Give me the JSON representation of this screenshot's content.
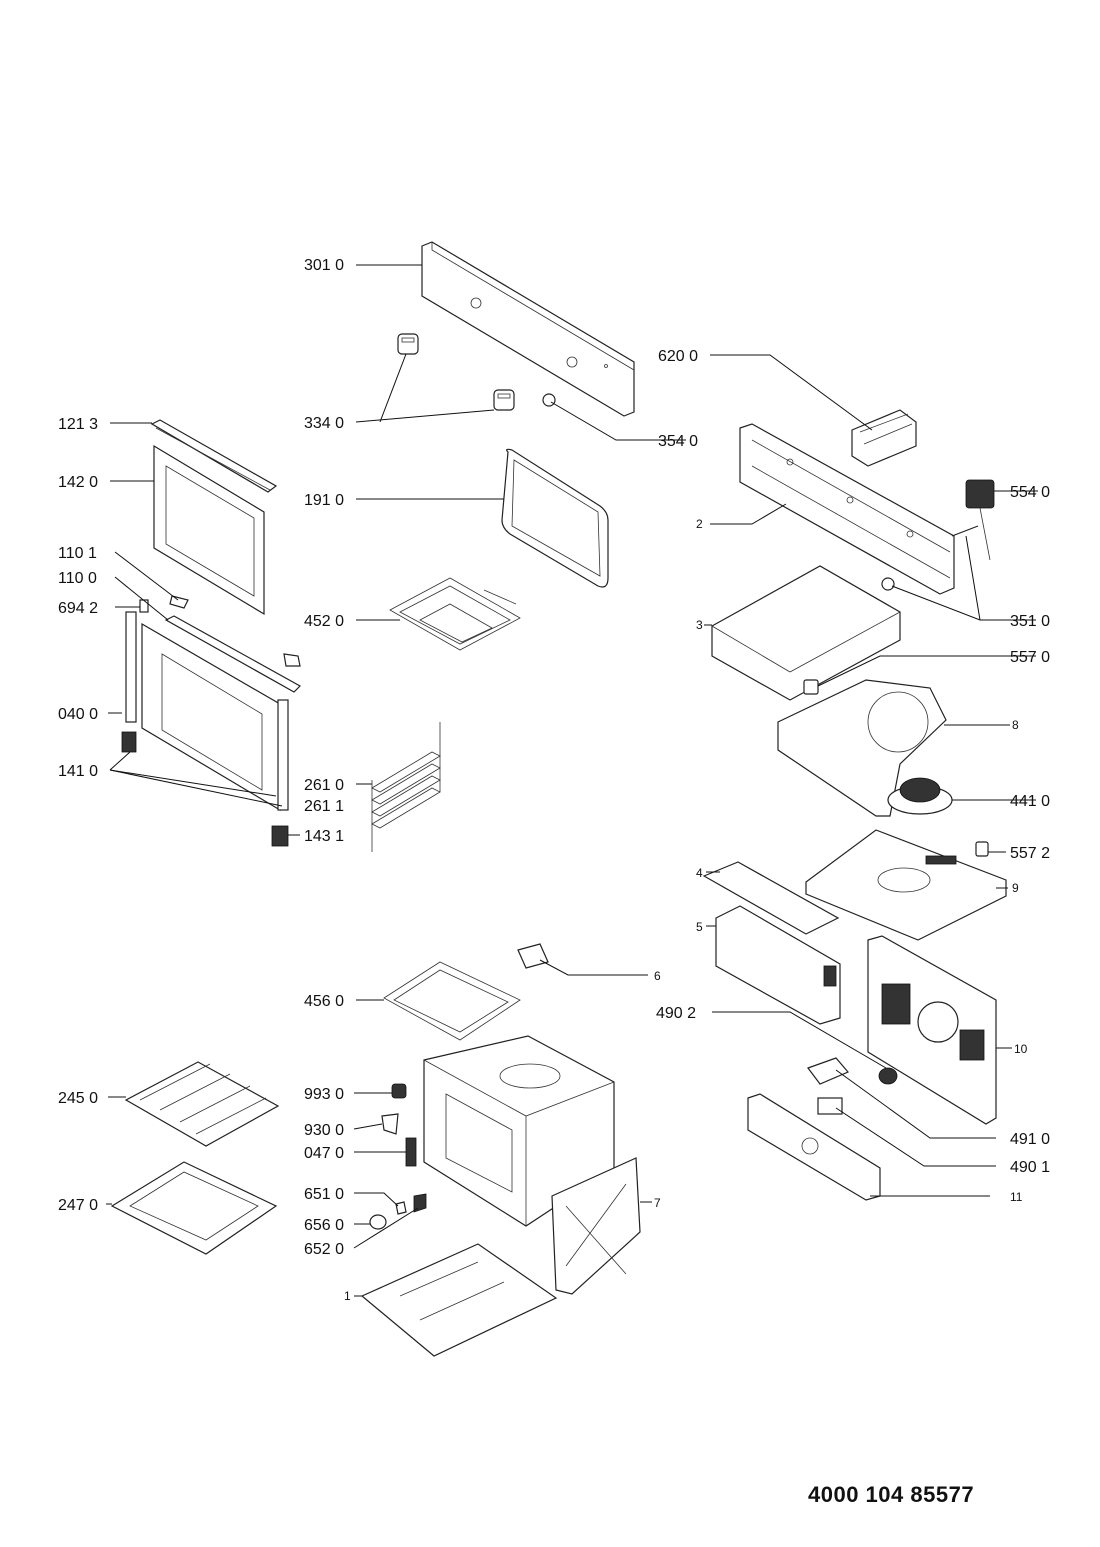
{
  "labels": {
    "l3010": "301 0",
    "l3340": "334 0",
    "l3540": "354 0",
    "l6200": "620 0",
    "l1213": "121 3",
    "l1420": "142 0",
    "l1910": "191 0",
    "l5540": "554 0",
    "l2": "2",
    "l1101": "110 1",
    "l1100": "110 0",
    "l6942": "694 2",
    "l4520": "452 0",
    "l3": "3",
    "l3510": "351 0",
    "l5570": "557 0",
    "l0400": "040 0",
    "l8": "8",
    "l1410": "141 0",
    "l2610": "261 0",
    "l2611": "261 1",
    "l4410": "441 0",
    "l1431": "143 1",
    "l5572": "557 2",
    "l4": "4",
    "l9": "9",
    "l5": "5",
    "l6": "6",
    "l4560": "456 0",
    "l4902": "490 2",
    "l10": "10",
    "l2450": "245 0",
    "l9930": "993 0",
    "l9300": "930 0",
    "l0470": "047 0",
    "l4910": "491 0",
    "l4901": "490 1",
    "l2470": "247 0",
    "l6510": "651 0",
    "l7": "7",
    "l11": "11",
    "l6560": "656 0",
    "l6520": "652 0",
    "l1": "1"
  },
  "document_number": "4000 104 85577"
}
